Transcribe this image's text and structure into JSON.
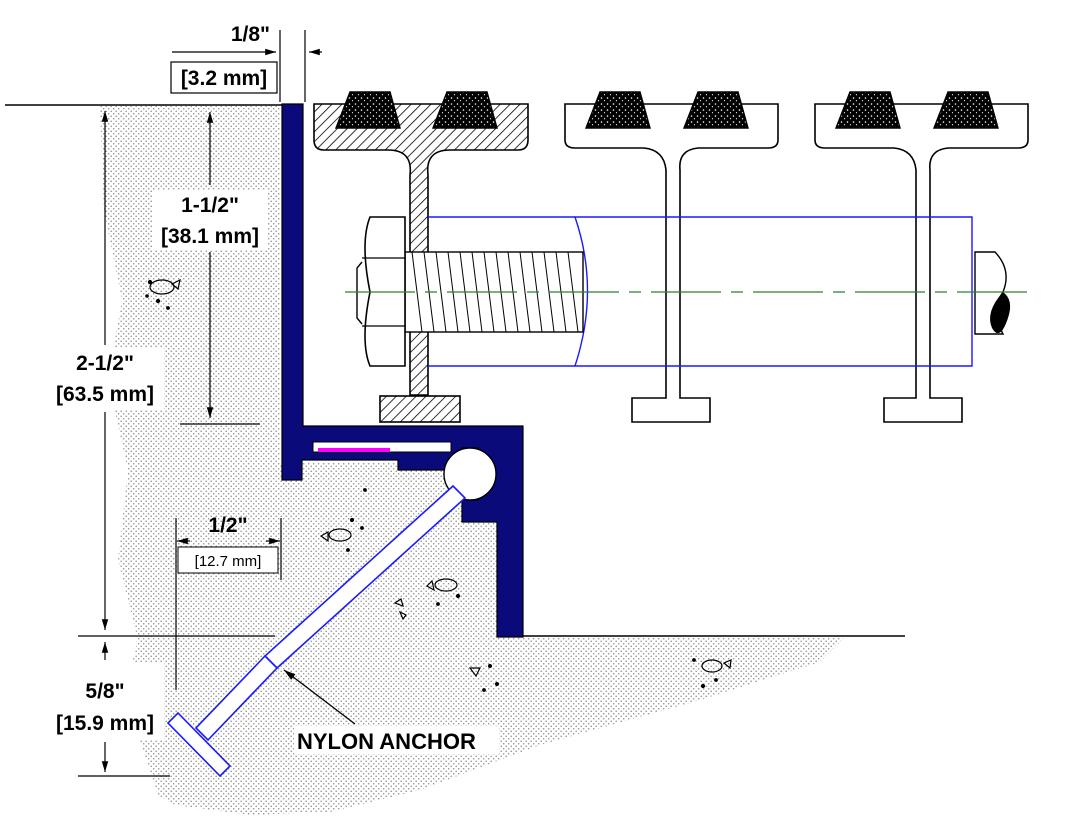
{
  "colors": {
    "frame": "#0a0a7a",
    "insert": "#ff00ff",
    "bolt_outline": "#1a1aff",
    "centerline": "#2e7d32",
    "concrete_dots": "#9a9a9a"
  },
  "dimensions": {
    "top_gap": {
      "imperial": "1/8\"",
      "metric": "[3.2 mm]"
    },
    "upper_depth": {
      "imperial": "1-1/2\"",
      "metric": "[38.1 mm]"
    },
    "overall_depth": {
      "imperial": "2-1/2\"",
      "metric": "[63.5 mm]"
    },
    "flange_width": {
      "imperial": "1/2\"",
      "metric": "[12.7 mm]"
    },
    "anchor_depth": {
      "imperial": "5/8\"",
      "metric": "[15.9 mm]"
    }
  },
  "callouts": {
    "anchor_label": "NYLON ANCHOR"
  }
}
